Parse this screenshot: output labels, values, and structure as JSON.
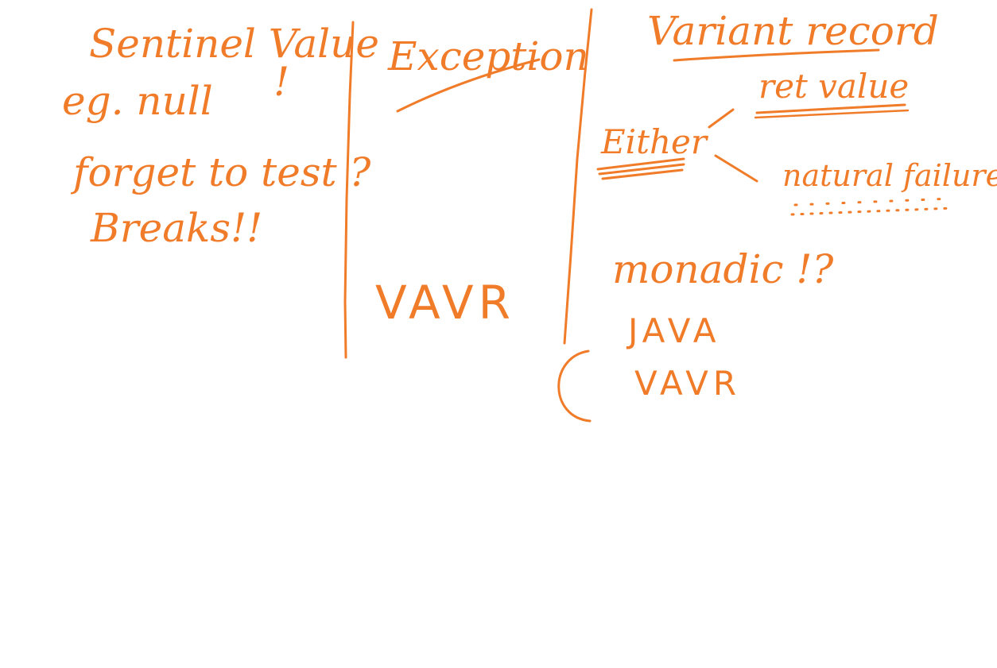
{
  "ink_color": "#f07c2a",
  "background_color": "#ffffff",
  "notes": {
    "sentinel_value": "Sentinel Value",
    "eg_null": "eg. null",
    "bang": "!",
    "forget_to_test": "forget to test ?",
    "breaks": "Breaks!!",
    "exception": "Exception",
    "vavr_left": "VAVR",
    "variant_record": "Variant record",
    "ret_value": "ret value",
    "either": "Either",
    "natural_failure": "natural failure",
    "monadic": "monadic !?",
    "java": "JAVA",
    "vavr_right": "VAVR"
  }
}
